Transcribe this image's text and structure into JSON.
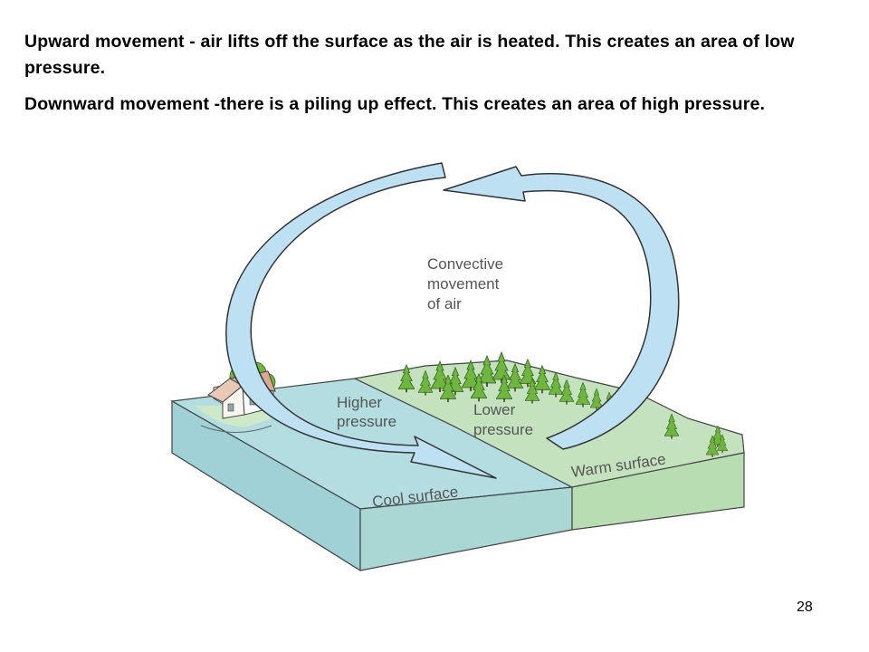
{
  "text": {
    "upward": "Upward movement - air lifts off the surface as the air is heated.  This creates an area of low pressure.",
    "downward": "Downward  movement -there is a piling up effect.  This creates an area of high pressure."
  },
  "diagram": {
    "convective": [
      "Convective",
      "movement",
      "of air"
    ],
    "higher": [
      "Higher",
      "pressure"
    ],
    "lower": [
      "Lower",
      "pressure"
    ],
    "cool": "Cool surface",
    "warm": "Warm surface"
  },
  "colors": {
    "cool_surface": "#b3dde0",
    "warm_surface": "#c5e2bf",
    "arrow_fill": "#bde0f3",
    "tree": "#6fb63e",
    "label_text": "#555555"
  },
  "slide_number": "28"
}
